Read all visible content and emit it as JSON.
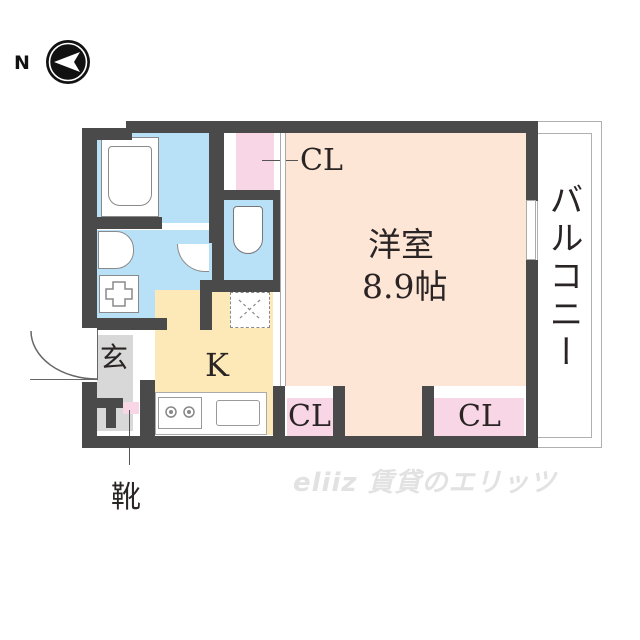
{
  "compass": {
    "label": "N",
    "icon": "north-arrow-icon"
  },
  "rooms": {
    "western_room": {
      "name": "洋室",
      "size": "8.9帖",
      "color": "#fde6d6"
    },
    "kitchen": {
      "label": "K",
      "color": "#fde9b8"
    },
    "entrance": {
      "label": "玄",
      "color": "#d8d8d8"
    },
    "bath": {
      "color": "#b8e0f6"
    },
    "toilet": {
      "color": "#b8e0f6"
    },
    "washroom": {
      "color": "#b8e0f6"
    },
    "closet_top": {
      "label": "CL",
      "color": "#f9d6e6"
    },
    "closet_bottom_left": {
      "label": "CL",
      "color": "#f9d6e6"
    },
    "closet_bottom_right": {
      "label": "CL",
      "color": "#f9d6e6"
    },
    "shoe_box": {
      "label": "靴",
      "color": "#f9d6e6"
    },
    "balcony": {
      "label": "バルコニー"
    }
  },
  "colors": {
    "wall": "#4a4a4a"
  },
  "watermark": {
    "text": "eliiz 賃貸のエリッツ"
  }
}
